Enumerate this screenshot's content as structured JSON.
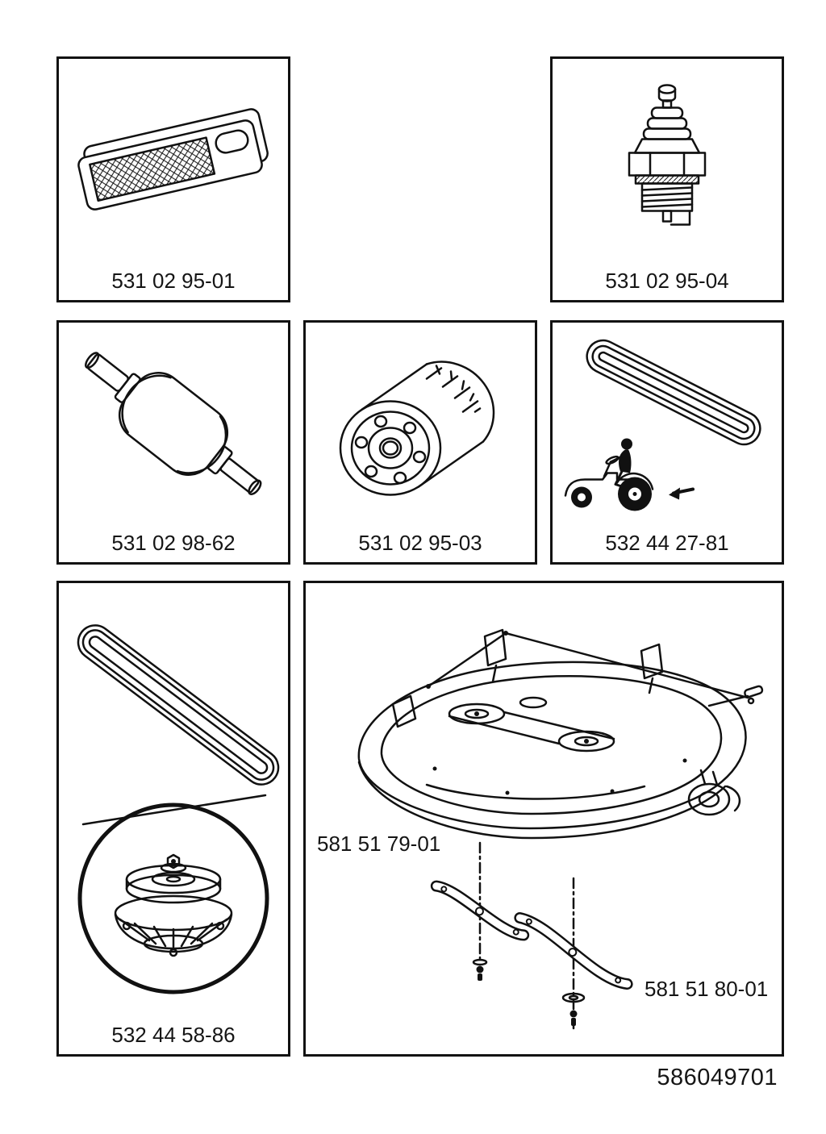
{
  "colors": {
    "ink": "#111111",
    "background": "#ffffff"
  },
  "labels": {
    "air_filter": "531 02 95-01",
    "spark_plug": "531 02 95-04",
    "muffler": "531 02 98-62",
    "oil_filter": "531 02 95-03",
    "tractor_drive_belt": "532 44 27-81",
    "deck_belt_mandrel": "532 44 58-86",
    "deck_blade_1": "581 51 79-01",
    "deck_blade_2": "581 51 80-01",
    "document_number": "586049701"
  }
}
